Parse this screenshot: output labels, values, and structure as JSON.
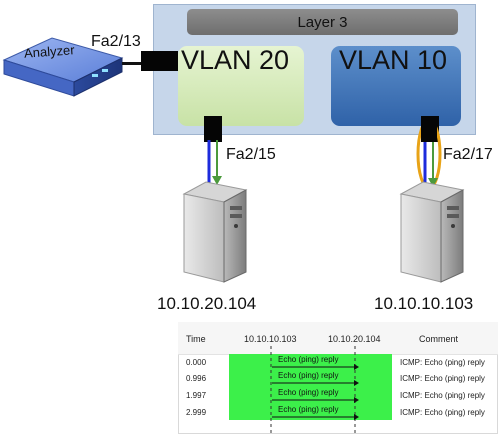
{
  "diagram": {
    "layer_label": "Layer 3",
    "vlan_20_label": "VLAN 20",
    "vlan_10_label": "VLAN 10",
    "analyzer_label": "Analyzer",
    "ports": {
      "analyzer_port": "Fa2/13",
      "vlan20_port": "Fa2/15",
      "vlan10_port": "Fa2/17"
    },
    "hosts": {
      "left_ip": "10.10.20.104",
      "right_ip": "10.10.10.103"
    },
    "colors": {
      "switch_body": "#c6d6ea",
      "vlan20_fill": "#d5ebbb",
      "vlan10_fill": "#3f74ba",
      "link_blue": "#1d2bdc",
      "link_green": "#4b9a3c",
      "mirror_loop": "#e8a317",
      "capture_highlight": "#3cf04a"
    }
  },
  "capture": {
    "headers": {
      "time": "Time",
      "host_a": "10.10.10.103",
      "host_b": "10.10.20.104",
      "comment": "Comment"
    },
    "rows": [
      {
        "time": "0.000",
        "flow": "Echo (ping) reply",
        "comment": "ICMP: Echo (ping) reply"
      },
      {
        "time": "0.996",
        "flow": "Echo (ping) reply",
        "comment": "ICMP: Echo (ping) reply"
      },
      {
        "time": "1.997",
        "flow": "Echo (ping) reply",
        "comment": "ICMP: Echo (ping) reply"
      },
      {
        "time": "2.999",
        "flow": "Echo (ping) reply",
        "comment": "ICMP: Echo (ping) reply"
      }
    ]
  }
}
